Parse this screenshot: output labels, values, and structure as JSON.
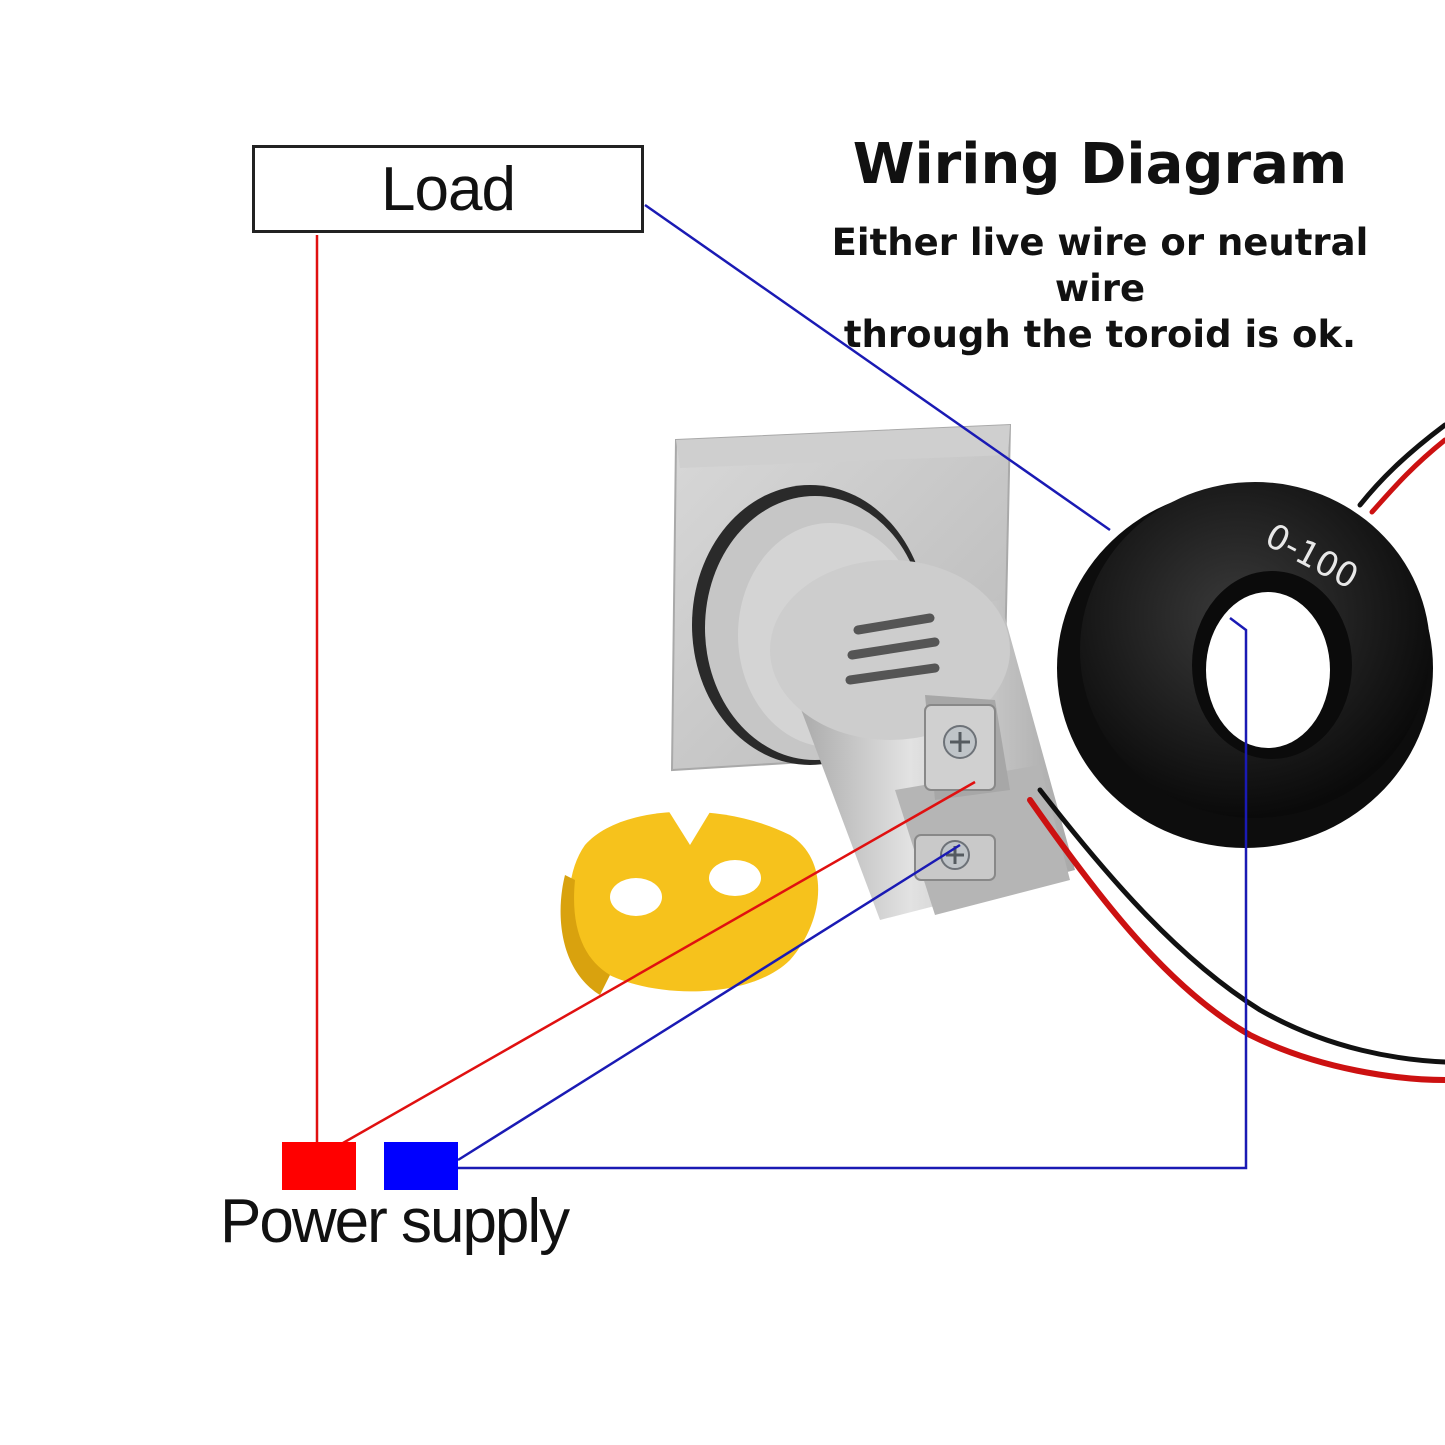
{
  "title": "Wiring Diagram",
  "subtitle": {
    "line1": "Either live wire or neutral wire",
    "line2": "through the toroid is ok."
  },
  "load": {
    "label": "Load"
  },
  "power_supply": {
    "label": "Power supply",
    "live_color": "#ff0000",
    "neutral_color": "#0000ff"
  },
  "current_transformer": {
    "range_label": "0-100"
  },
  "colors": {
    "live_wire": "#e01010",
    "neutral_wire": "#1a1ab4",
    "meter_body": "#c9c9c9",
    "ct_body": "#111111",
    "cover": "#f5c520"
  }
}
